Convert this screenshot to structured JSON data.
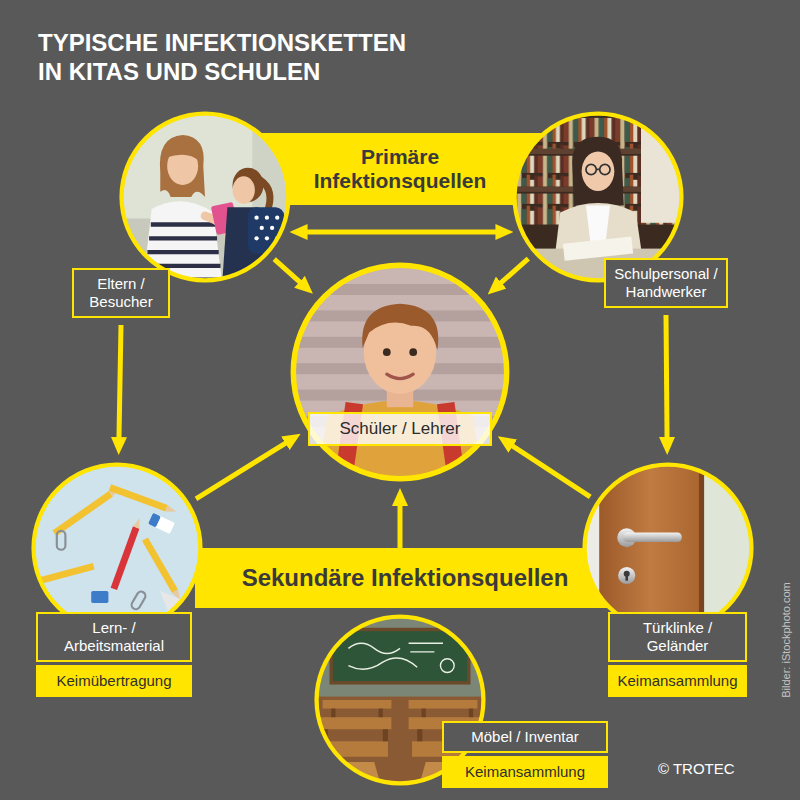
{
  "diagram": {
    "title": "TYPISCHE INFEKTIONSKETTEN IN KITAS UND SCHULEN",
    "nodes": [
      {
        "text": [
          "Primäre Infektionsquellen"
        ]
      },
      {
        "text": [
          "Eltern / Besucher"
        ]
      },
      {
        "text": [
          "Schulpersonal / Handwerker"
        ]
      },
      {
        "text": [
          "Schüler / Lehrer"
        ]
      },
      {
        "text": [
          "Sekundäre Infektionsquellen"
        ]
      },
      {
        "text": [
          "Lern- / Arbeitsmaterial",
          "Keimübertragung"
        ]
      },
      {
        "text": [
          "Möbel / Inventar",
          "Keimansammlung"
        ]
      },
      {
        "text": [
          "Türklinke / Geländer",
          "Keimansammlung"
        ]
      }
    ],
    "edges": [
      {
        "from": 1,
        "to": 2,
        "arrow": "both"
      },
      {
        "from": 1,
        "to": 3,
        "arrow": "to"
      },
      {
        "from": 2,
        "to": 3,
        "arrow": "to"
      },
      {
        "from": 1,
        "to": 5,
        "arrow": "to"
      },
      {
        "from": 2,
        "to": 7,
        "arrow": "to"
      },
      {
        "from": 5,
        "to": 3,
        "arrow": "to"
      },
      {
        "from": 7,
        "to": 3,
        "arrow": "to"
      },
      {
        "from": 4,
        "to": 3,
        "arrow": "to"
      }
    ],
    "labels": [
      "© TROTEC",
      "Bilder: iStockphoto.com"
    ]
  }
}
